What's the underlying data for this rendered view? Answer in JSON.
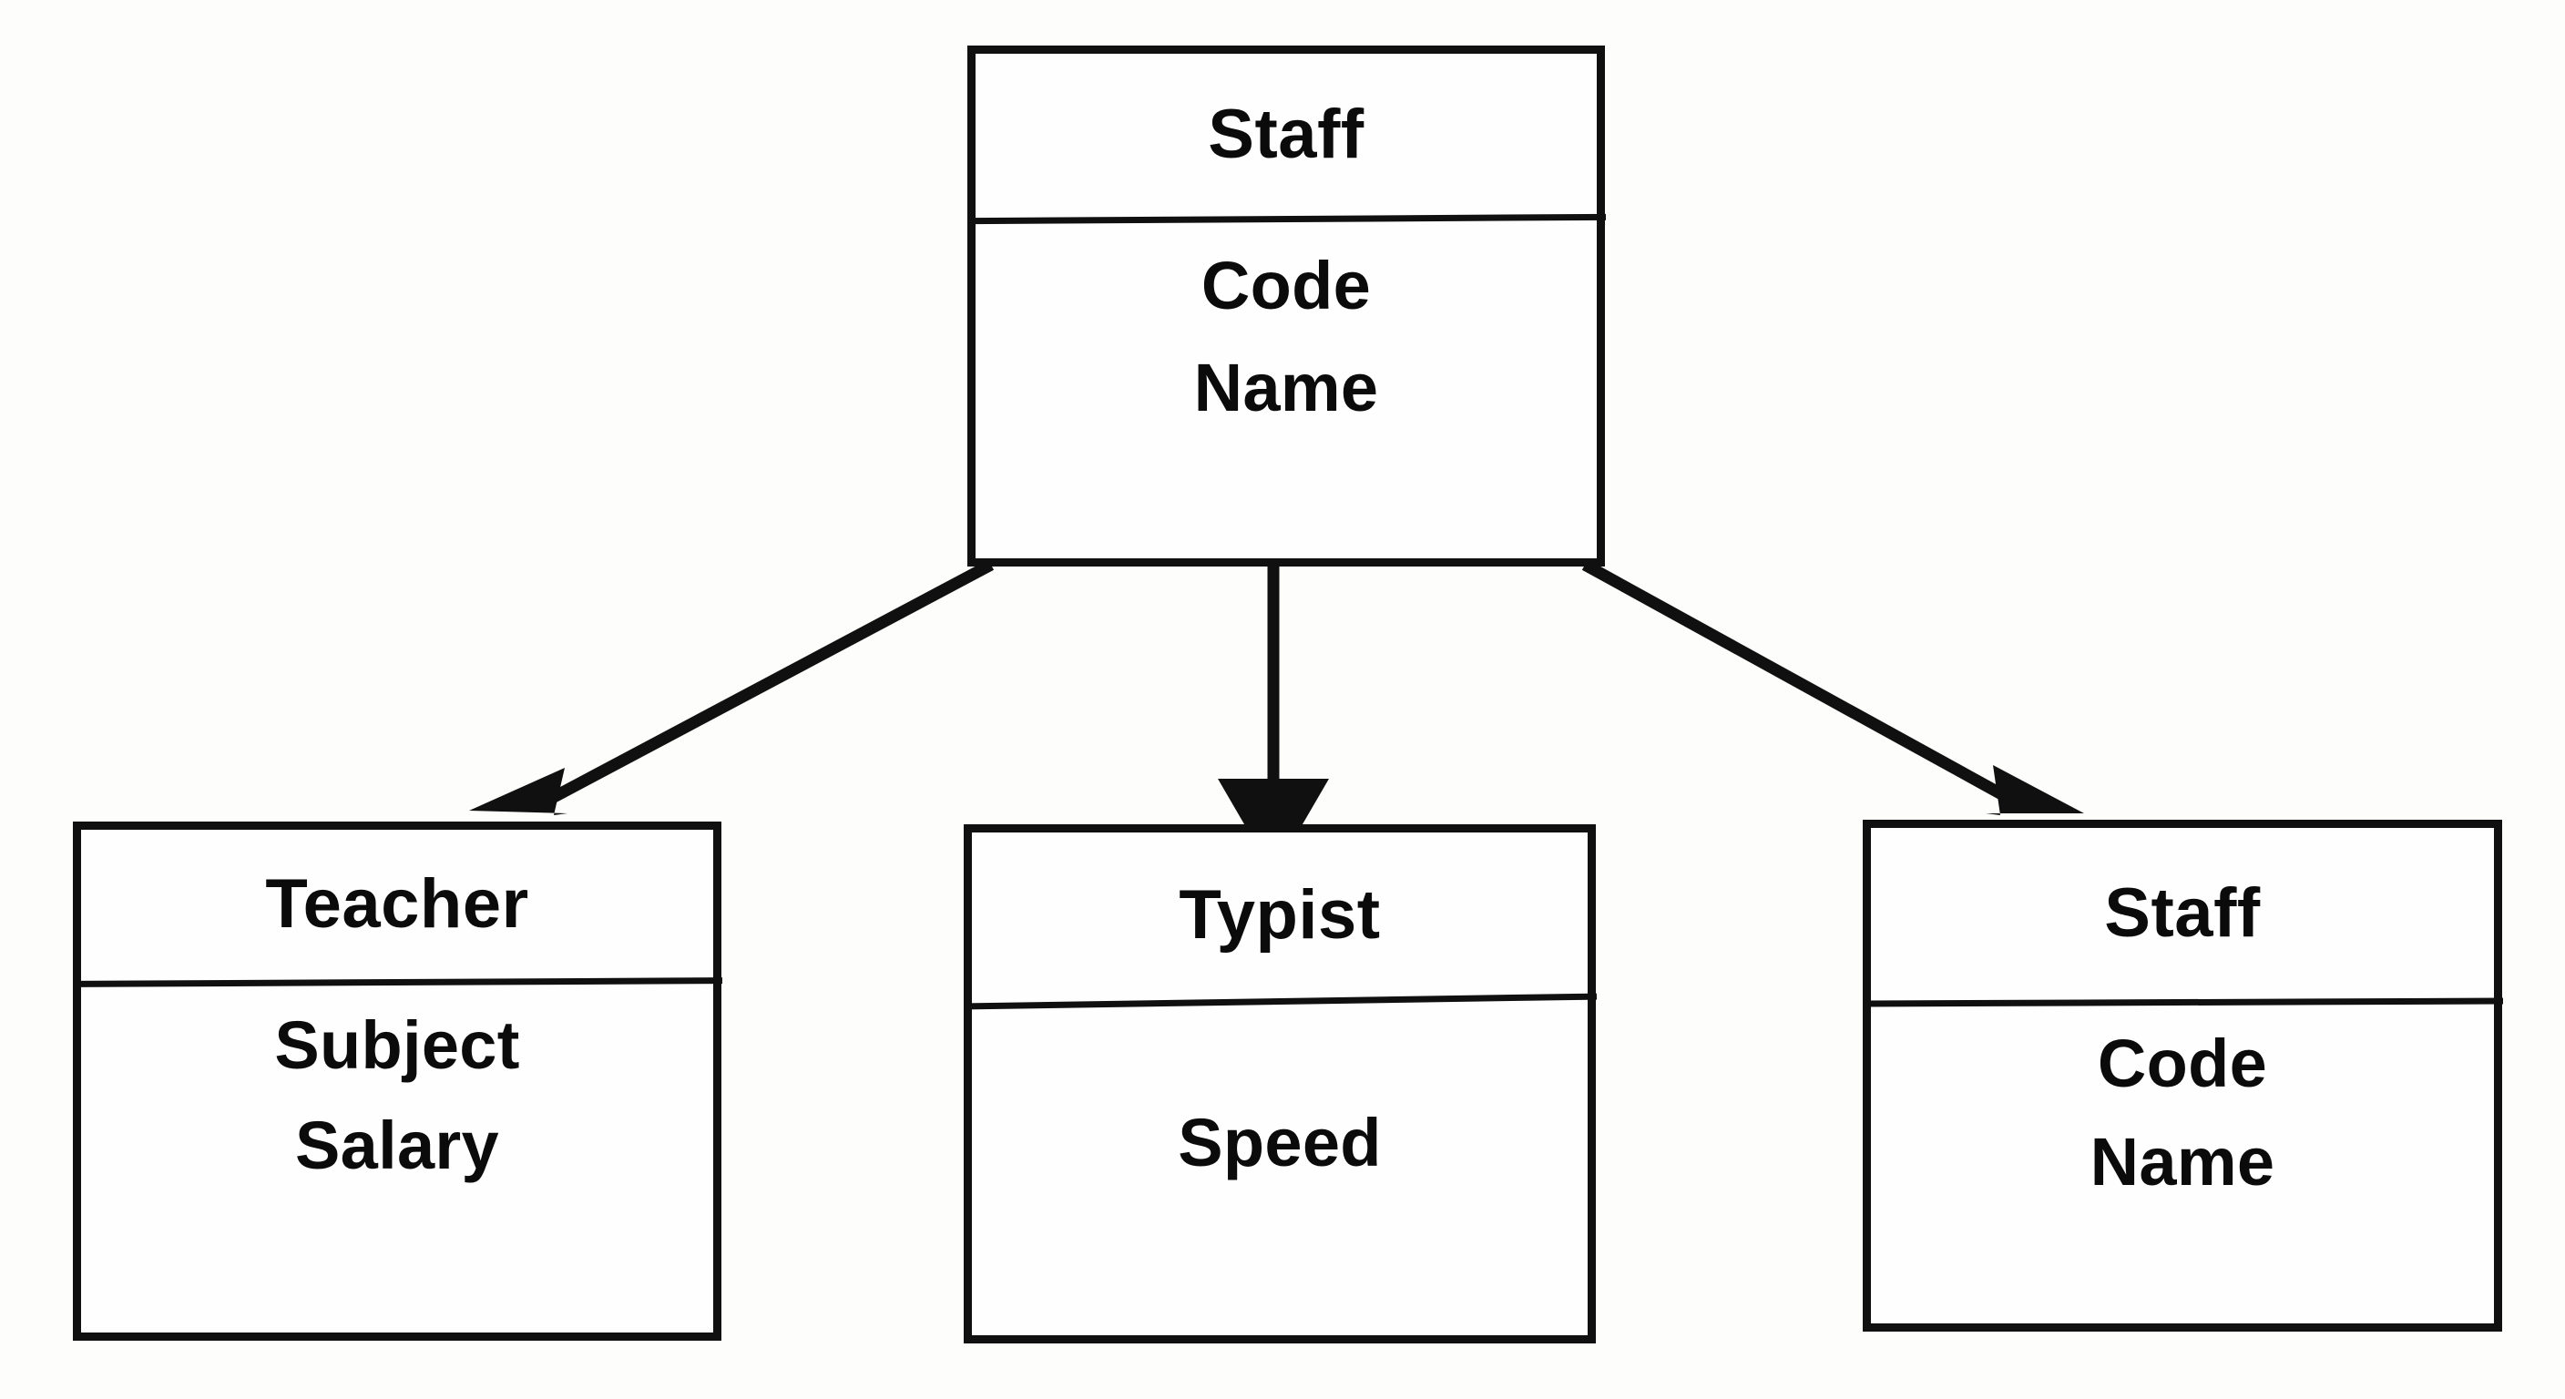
{
  "diagram": {
    "type": "uml-generalization",
    "title": "",
    "background_color": "#fdfdfb",
    "line_color": "#101010",
    "text_color": "#0b0b0b",
    "classes": [
      {
        "id": "staff-super",
        "name": "Staff",
        "attributes": [
          "Code",
          "Name"
        ],
        "role": "superclass"
      },
      {
        "id": "teacher",
        "name": "Teacher",
        "attributes": [
          "Subject",
          "Salary"
        ],
        "role": "subclass"
      },
      {
        "id": "typist",
        "name": "Typist",
        "attributes": [
          "Speed"
        ],
        "role": "subclass"
      },
      {
        "id": "staff-sub",
        "name": "Staff",
        "attributes": [
          "Code",
          "Name"
        ],
        "role": "subclass"
      }
    ],
    "edges": [
      {
        "id": "edge-staff-teacher",
        "from": "staff-super",
        "to": "teacher",
        "arrow": "filled-triangle"
      },
      {
        "id": "edge-staff-typist",
        "from": "staff-super",
        "to": "typist",
        "arrow": "filled-triangle"
      },
      {
        "id": "edge-staff-staff",
        "from": "staff-super",
        "to": "staff-sub",
        "arrow": "filled-triangle"
      }
    ]
  }
}
